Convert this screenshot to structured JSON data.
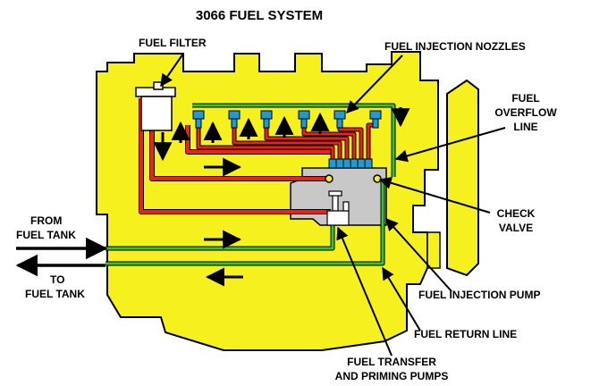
{
  "title": "3066 FUEL SYSTEM",
  "colors": {
    "engine": "#f5f01e",
    "supply_line": "#e8231c",
    "return_line": "#36c436",
    "pump_body": "#c8c8c8",
    "nozzle": "#1b9bd8",
    "outline": "#000000"
  },
  "labels": {
    "fuel_filter": "FUEL FILTER",
    "injection_nozzles": "FUEL INJECTION  NOZZLES",
    "overflow_line": [
      "FUEL",
      "OVERFLOW",
      "LINE"
    ],
    "check_valve": [
      "CHECK",
      "VALVE"
    ],
    "from_tank": [
      "FROM",
      "FUEL TANK"
    ],
    "to_tank": [
      "TO",
      "FUEL TANK"
    ],
    "injection_pump": "FUEL INJECTION PUMP",
    "return_line": "FUEL RETURN LINE",
    "transfer_pumps": [
      "FUEL TRANSFER",
      "AND PRIMING PUMPS"
    ]
  }
}
